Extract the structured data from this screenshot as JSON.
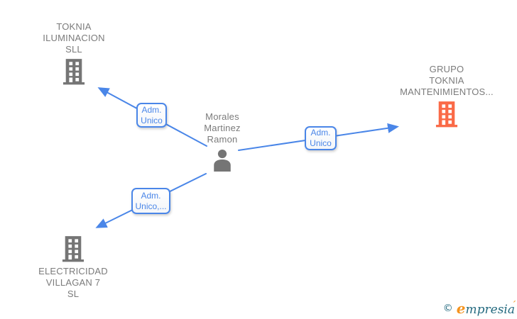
{
  "colors": {
    "edge_blue": "#4a86e8",
    "node_text": "#7b7b7b",
    "icon_gray": "#757575",
    "icon_orange": "#fa6a47",
    "logo_teal": "#256b80",
    "logo_orange": "#f5941f"
  },
  "diagram": {
    "person": {
      "name": [
        "Morales",
        "Martinez",
        "Ramon"
      ],
      "icon": "person-icon"
    },
    "companies": [
      {
        "name": [
          "TOKNIA",
          "ILUMINACION",
          "SLL"
        ],
        "icon": "building-icon",
        "icon_color": "gray"
      },
      {
        "name": [
          "GRUPO",
          "TOKNIA",
          "MANTENIMIENTOS..."
        ],
        "icon": "building-icon",
        "icon_color": "orange"
      },
      {
        "name": [
          "ELECTRICIDAD",
          "VILLAGAN 7",
          "SL"
        ],
        "icon": "building-icon",
        "icon_color": "gray"
      }
    ],
    "edges": [
      {
        "from": "Morales Martinez Ramon",
        "to": "TOKNIA ILUMINACION SLL",
        "label": [
          "Adm.",
          "Unico"
        ]
      },
      {
        "from": "Morales Martinez Ramon",
        "to": "GRUPO TOKNIA MANTENIMIENTOS...",
        "label": [
          "Adm.",
          "Unico"
        ]
      },
      {
        "from": "Morales Martinez Ramon",
        "to": "ELECTRICIDAD VILLAGAN 7 SL",
        "label": [
          "Adm.",
          "Unico,..."
        ]
      }
    ]
  },
  "logo": {
    "copyright": "©",
    "brand_lead": "e",
    "brand_rest": "mpresia",
    "accent": "´"
  }
}
